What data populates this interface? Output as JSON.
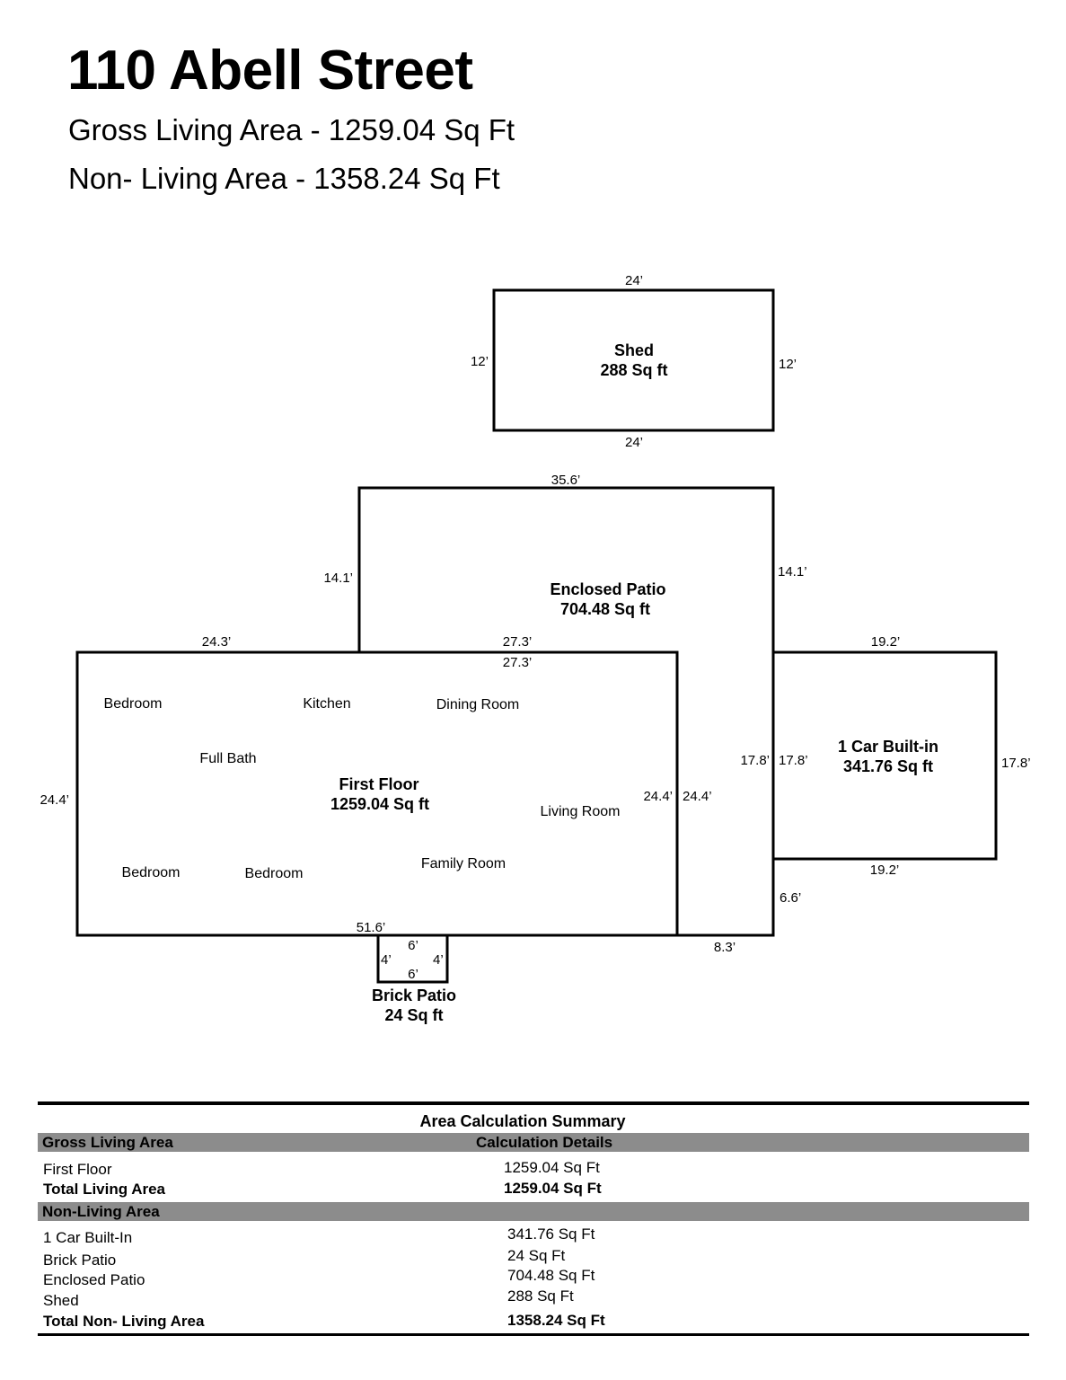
{
  "header": {
    "title": "110 Abell Street",
    "gross_living": "Gross Living Area - 1259.04 Sq Ft",
    "non_living": "Non- Living Area - 1358.24 Sq Ft"
  },
  "plan": {
    "shed": {
      "name": "Shed",
      "area": "288 Sq ft",
      "top": "24’",
      "bottom": "24’",
      "left": "12’",
      "right": "12’"
    },
    "enclosed_patio": {
      "name": "Enclosed Patio",
      "area": "704.48 Sq ft",
      "top": "35.6’",
      "left": "14.1’",
      "right": "14.1’",
      "inner_top": "27.3’",
      "right_lower": "24.4’",
      "bottom": "8.3’",
      "right_bottom": "6.6’",
      "garage_side": "17.8’"
    },
    "first_floor": {
      "name": "First Floor",
      "area": "1259.04 Sq ft",
      "top_left": "24.3’",
      "top_inner": "27.3’",
      "left": "24.4’",
      "right": "24.4’",
      "bottom": "51.6’"
    },
    "garage": {
      "name": "1 Car Built-in",
      "area": "341.76 Sq ft",
      "top": "19.2’",
      "bottom": "19.2’",
      "left": "17.8’",
      "right": "17.8’"
    },
    "brick_patio": {
      "name": "Brick Patio",
      "area": "24 Sq ft",
      "top": "6’",
      "bottom": "6’",
      "left": "4’",
      "right": "4’"
    },
    "rooms": [
      "Bedroom",
      "Kitchen",
      "Dining Room",
      "Full Bath",
      "Living Room",
      "Bedroom",
      "Bedroom",
      "Family Room"
    ]
  },
  "summary": {
    "title": "Area Calculation Summary",
    "gross_header": "Gross Living Area",
    "details_header": "Calculation Details",
    "living_rows": [
      {
        "label": "First Floor",
        "value": "1259.04 Sq Ft"
      }
    ],
    "living_total": {
      "label": "Total Living Area",
      "value": "1259.04 Sq Ft"
    },
    "non_living_header": "Non-Living Area",
    "non_living_rows": [
      {
        "label": "1 Car Built-In",
        "value": "341.76 Sq Ft"
      },
      {
        "label": "Brick Patio",
        "value": "24 Sq Ft"
      },
      {
        "label": "Enclosed Patio",
        "value": "704.48 Sq Ft"
      },
      {
        "label": "Shed",
        "value": "288 Sq Ft"
      }
    ],
    "non_living_total": {
      "label": "Total Non- Living Area",
      "value": "1358.24 Sq Ft"
    }
  }
}
